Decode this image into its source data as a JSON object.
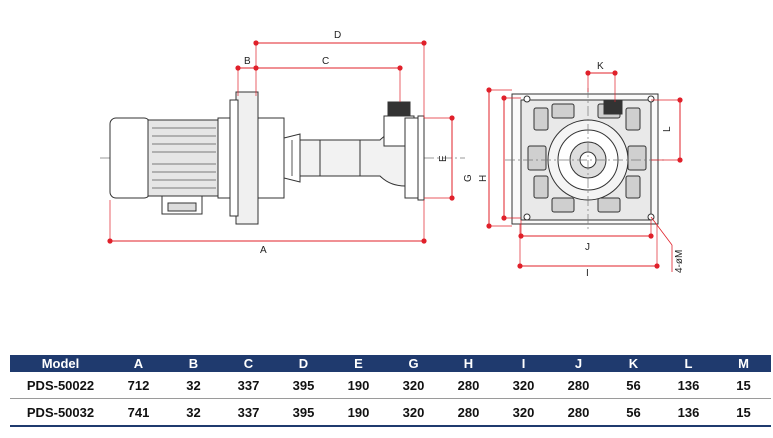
{
  "drawing": {
    "dim_labels": {
      "A": "A",
      "B": "B",
      "C": "C",
      "D": "D",
      "E": "E",
      "G": "G",
      "H": "H",
      "I": "I",
      "J": "J",
      "K": "K",
      "L": "L",
      "M": "4-øM"
    }
  },
  "table": {
    "headers": [
      "Model",
      "A",
      "B",
      "C",
      "D",
      "E",
      "G",
      "H",
      "I",
      "J",
      "K",
      "L",
      "M"
    ],
    "rows": [
      [
        "PDS-50022",
        "712",
        "32",
        "337",
        "395",
        "190",
        "320",
        "280",
        "320",
        "280",
        "56",
        "136",
        "15"
      ],
      [
        "PDS-50032",
        "741",
        "32",
        "337",
        "395",
        "190",
        "320",
        "280",
        "320",
        "280",
        "56",
        "136",
        "15"
      ]
    ]
  },
  "colors": {
    "header_bg": "#1f3a6e",
    "dimension_line": "#e0202a",
    "line_art": "#333333"
  }
}
